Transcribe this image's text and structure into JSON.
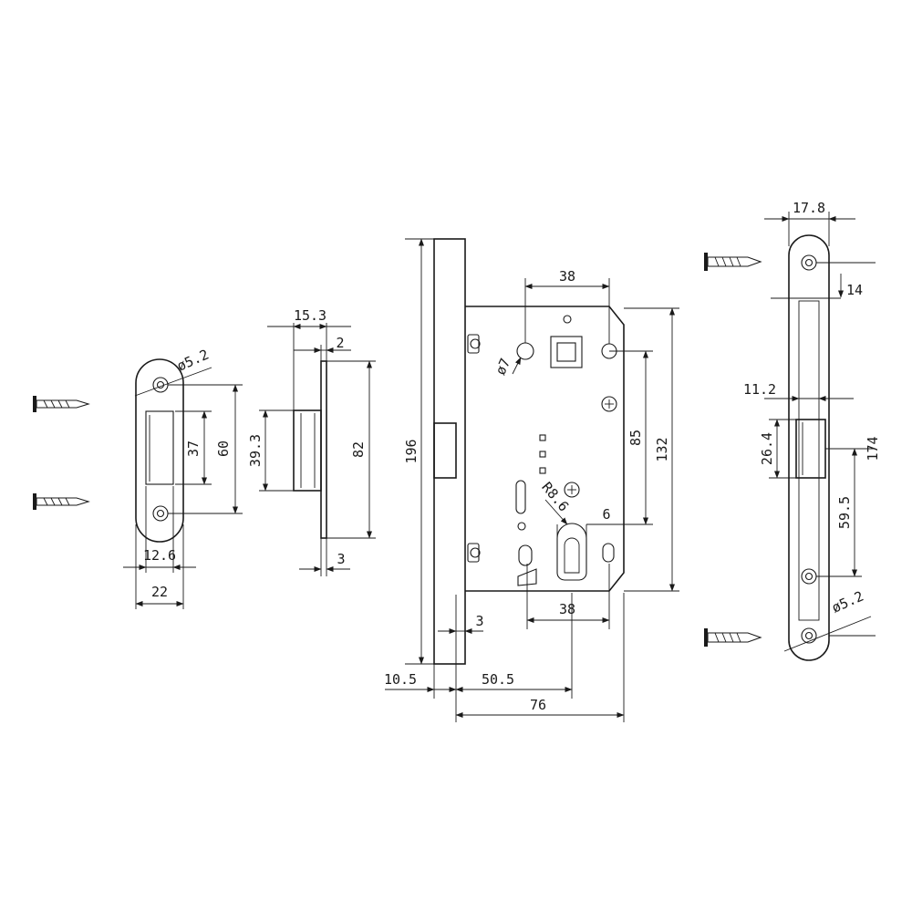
{
  "strike_plate_small": {
    "hole_diameter": "ø5.2",
    "hole_spacing": "60",
    "opening_height": "37",
    "opening_width": "12.6",
    "width": "22"
  },
  "latch_bolt": {
    "depth": "15.3",
    "faceplate_gap": "2",
    "height": "39.3",
    "plate_height": "82",
    "plate_thickness": "3"
  },
  "lock_body": {
    "faceplate_height": "196",
    "top_hole_spacing": "38",
    "small_hole_diameter": "ø7",
    "handle_to_cylinder": "85",
    "case_height": "132",
    "cylinder_radius": "R8.6",
    "cylinder_offset": "6",
    "bottom_hole_spacing": "38",
    "faceplate_thickness": "3",
    "faceplate_overhang": "10.5",
    "backset": "50.5",
    "case_depth": "76"
  },
  "strike_plate_long": {
    "width": "17.8",
    "hole_offset": "14",
    "opening_width": "11.2",
    "opening_height": "26.4",
    "length": "174",
    "hole_spacing": "59.5",
    "hole_diameter": "ø5.2"
  }
}
